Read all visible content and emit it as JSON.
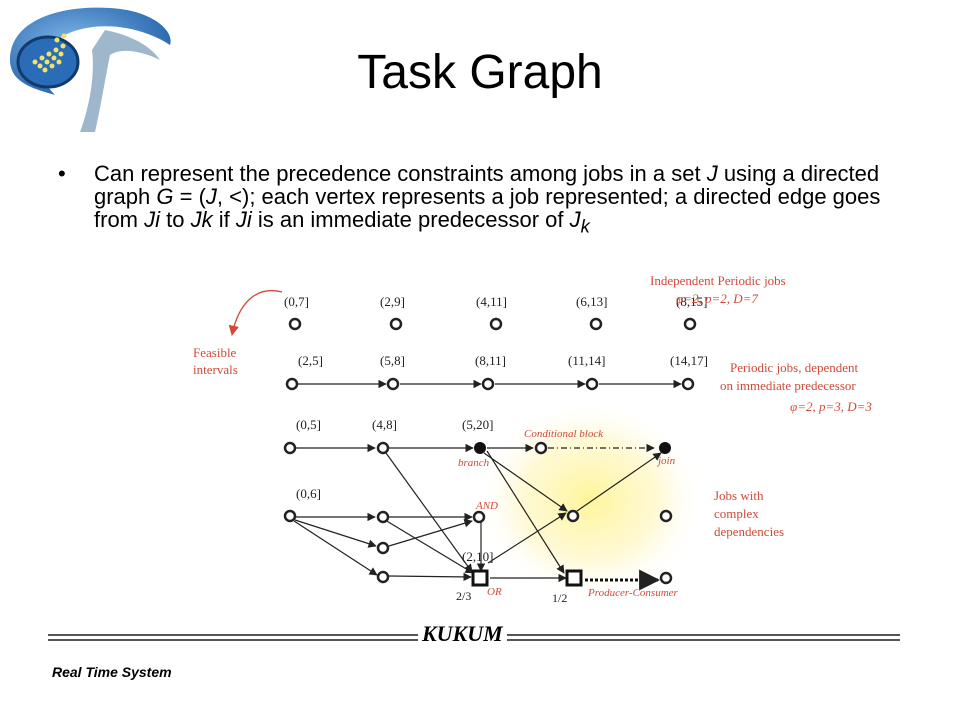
{
  "slide": {
    "title": "Task Graph",
    "bullet": {
      "t1": "Can represent the precedence constraints among jobs in a set ",
      "t2": "J",
      "t3": " using a directed graph ",
      "t4": "G",
      "t5": " = (",
      "t6": "J",
      "t7": ", <); each vertex represents a job represented; a directed edge goes from ",
      "t8": "Ji",
      "t9": " to ",
      "t10": "Jk",
      "t11": " if ",
      "t12": "Ji",
      "t13": " is an immediate predecessor of ",
      "t14": "J",
      "t15": "k"
    },
    "footer_brand": "KUKUM",
    "footer_text": "Real Time System"
  },
  "diagram": {
    "row1_intervals": [
      "(0,7]",
      "(2,9]",
      "(4,11]",
      "(6,13]",
      "(8,15]"
    ],
    "row2_intervals": [
      "(2,5]",
      "(5,8]",
      "(8,11]",
      "(11,14]",
      "(14,17]"
    ],
    "row3_intervals": [
      "(0,5]",
      "(4,8]",
      "(5,20]"
    ],
    "row4_interval": "(0,6]",
    "or_interval": "(2,10]",
    "feasible_label": [
      "Feasible",
      "intervals"
    ],
    "note1": [
      "Independent Periodic jobs",
      "φ=2, p=2, D=7"
    ],
    "note2": [
      "Periodic jobs, dependent",
      "on immediate predecessor",
      "φ=2, p=3, D=3"
    ],
    "note3": [
      "Jobs with",
      "complex",
      "dependencies"
    ],
    "conditional_block": "Conditional block",
    "branch": "branch",
    "join": "join",
    "and_label": "AND",
    "or_label": "OR",
    "ratio_23": "2/3",
    "ratio_12": "1/2",
    "producer_consumer": "Producer-Consumer",
    "colors": {
      "accent": "#d04a3a",
      "glow": "#fff2a0"
    }
  }
}
